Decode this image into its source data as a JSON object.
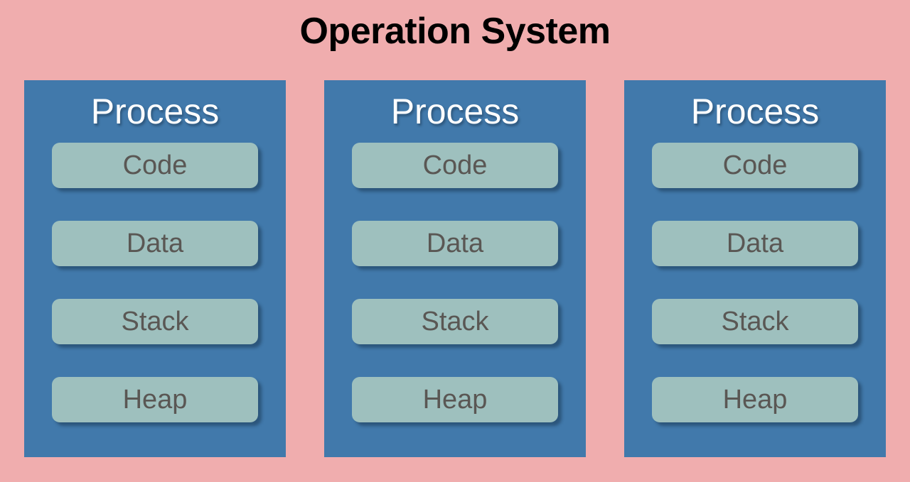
{
  "title": "Operation System",
  "colors": {
    "background": "#f0adae",
    "process_box": "#4179ab",
    "segment_box": "#9ec0be",
    "segment_text": "#5a5754",
    "process_title_text": "#ffffff",
    "title_text": "#000000"
  },
  "processes": [
    {
      "title": "Process",
      "segments": [
        {
          "label": "Code"
        },
        {
          "label": "Data"
        },
        {
          "label": "Stack"
        },
        {
          "label": "Heap"
        }
      ]
    },
    {
      "title": "Process",
      "segments": [
        {
          "label": "Code"
        },
        {
          "label": "Data"
        },
        {
          "label": "Stack"
        },
        {
          "label": "Heap"
        }
      ]
    },
    {
      "title": "Process",
      "segments": [
        {
          "label": "Code"
        },
        {
          "label": "Data"
        },
        {
          "label": "Stack"
        },
        {
          "label": "Heap"
        }
      ]
    }
  ]
}
